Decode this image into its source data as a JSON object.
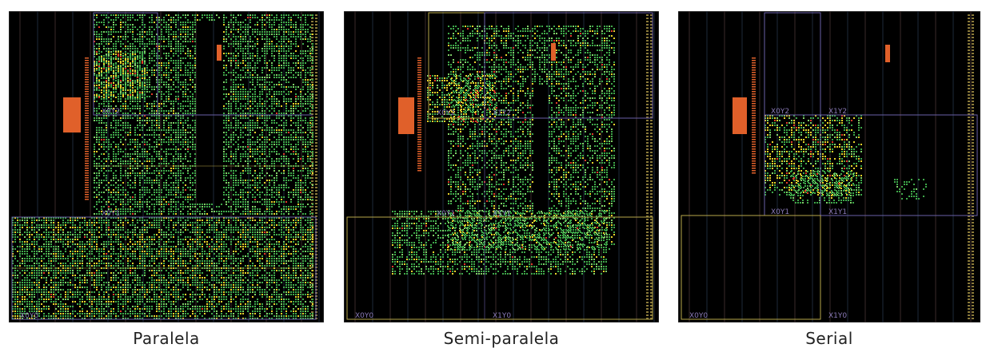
{
  "panels": [
    {
      "caption": "Paralela",
      "region_labels": [
        "X0Y2",
        "X0Y1",
        "X0Y0"
      ]
    },
    {
      "caption": "Semi-paralela",
      "region_labels": [
        "X0Y2",
        "X1Y2",
        "X0Y1",
        "X1Y1",
        "X0Y0",
        "X1Y0"
      ]
    },
    {
      "caption": "Serial",
      "region_labels": [
        "X0Y2",
        "X1Y2",
        "X0Y1",
        "X1Y1",
        "X0Y0",
        "X1Y0"
      ]
    }
  ],
  "colors": {
    "background": "#000000",
    "logic_green": "#3fa84a",
    "logic_yellow": "#e6d22a",
    "logic_red": "#e23a2a",
    "io_orange": "#e0602a",
    "grid_purple": "#6a5fa8",
    "grid_yellow": "#b8a84a"
  }
}
